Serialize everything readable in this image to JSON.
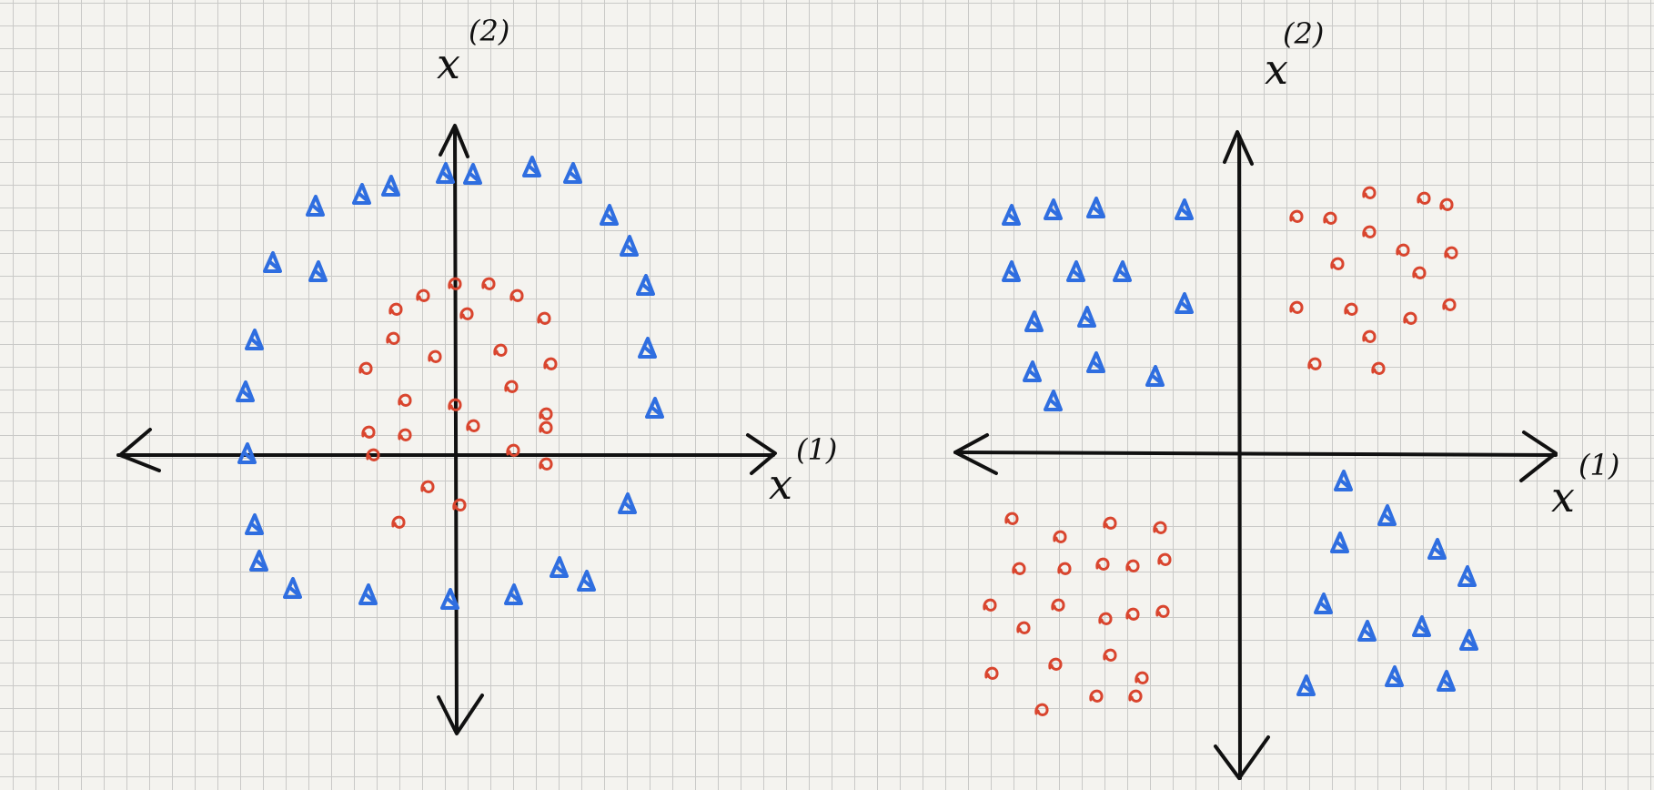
{
  "colors": {
    "paper": "#f4f3ef",
    "grid": "#c9c9c7",
    "axes": "#111111",
    "class_blue": "#2f6ee0",
    "class_red": "#d9452e"
  },
  "panels": [
    {
      "id": "left",
      "x_axis_label": "x",
      "x_axis_superscript": "(1)",
      "y_axis_label": "x",
      "y_axis_superscript": "(2)",
      "pattern": "concentric-rings"
    },
    {
      "id": "right",
      "x_axis_label": "x",
      "x_axis_superscript": "(1)",
      "y_axis_label": "x",
      "y_axis_superscript": "(2)",
      "pattern": "xor-quadrants"
    }
  ]
}
